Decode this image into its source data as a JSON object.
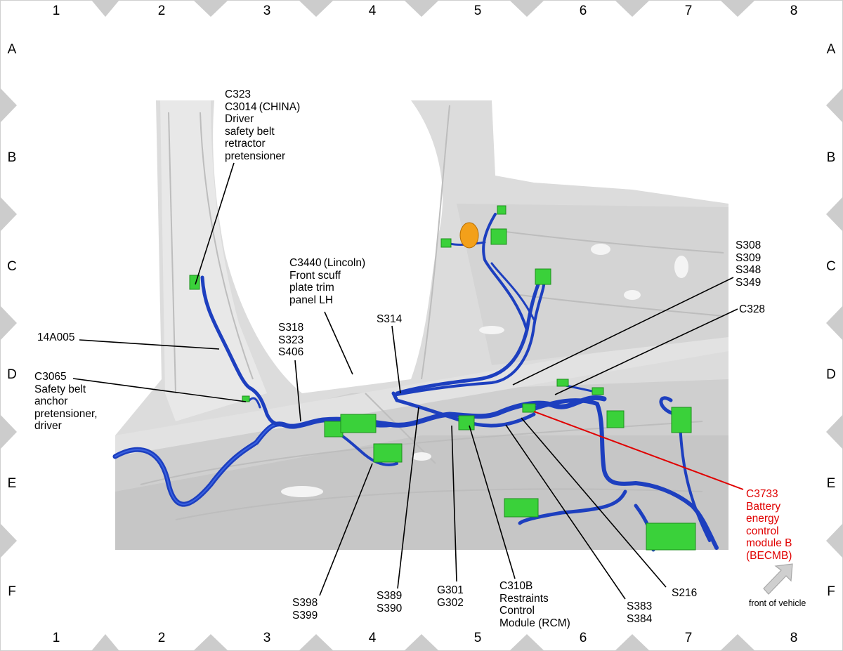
{
  "grid": {
    "columns": [
      "1",
      "2",
      "3",
      "4",
      "5",
      "6",
      "7",
      "8"
    ],
    "rows": [
      "A",
      "B",
      "C",
      "D",
      "E",
      "F"
    ]
  },
  "labels": {
    "c323": [
      "C323",
      "C3014",
      "(CHINA)",
      "Driver",
      "safety belt",
      "retractor",
      "pretensioner"
    ],
    "c3440": [
      "C3440",
      "(Lincoln)",
      "Front scuff",
      "plate trim",
      "panel LH"
    ],
    "s314": "S314",
    "s318": [
      "S318",
      "S323",
      "S406"
    ],
    "a14": "14A005",
    "c3065": [
      "C3065",
      "Safety belt",
      "anchor",
      "pretensioner,",
      "driver"
    ],
    "s308": [
      "S308",
      "S309",
      "S348",
      "S349"
    ],
    "c328": "C328",
    "c3733": [
      "C3733",
      "Battery",
      "energy",
      "control",
      "module B",
      "(BECMB)"
    ],
    "s398": [
      "S398",
      "S399"
    ],
    "s389": [
      "S389",
      "S390"
    ],
    "g301": [
      "G301",
      "G302"
    ],
    "c310b": [
      "C310B",
      "Restraints",
      "Control",
      "Module (RCM)"
    ],
    "s383": [
      "S383",
      "S384"
    ],
    "s216": "S216",
    "front": "front of vehicle"
  },
  "colors": {
    "harness": "#1d3fbf",
    "connector": "#3ad13a",
    "highlight": "#e00000",
    "body_panel": "#d9d9d9"
  }
}
